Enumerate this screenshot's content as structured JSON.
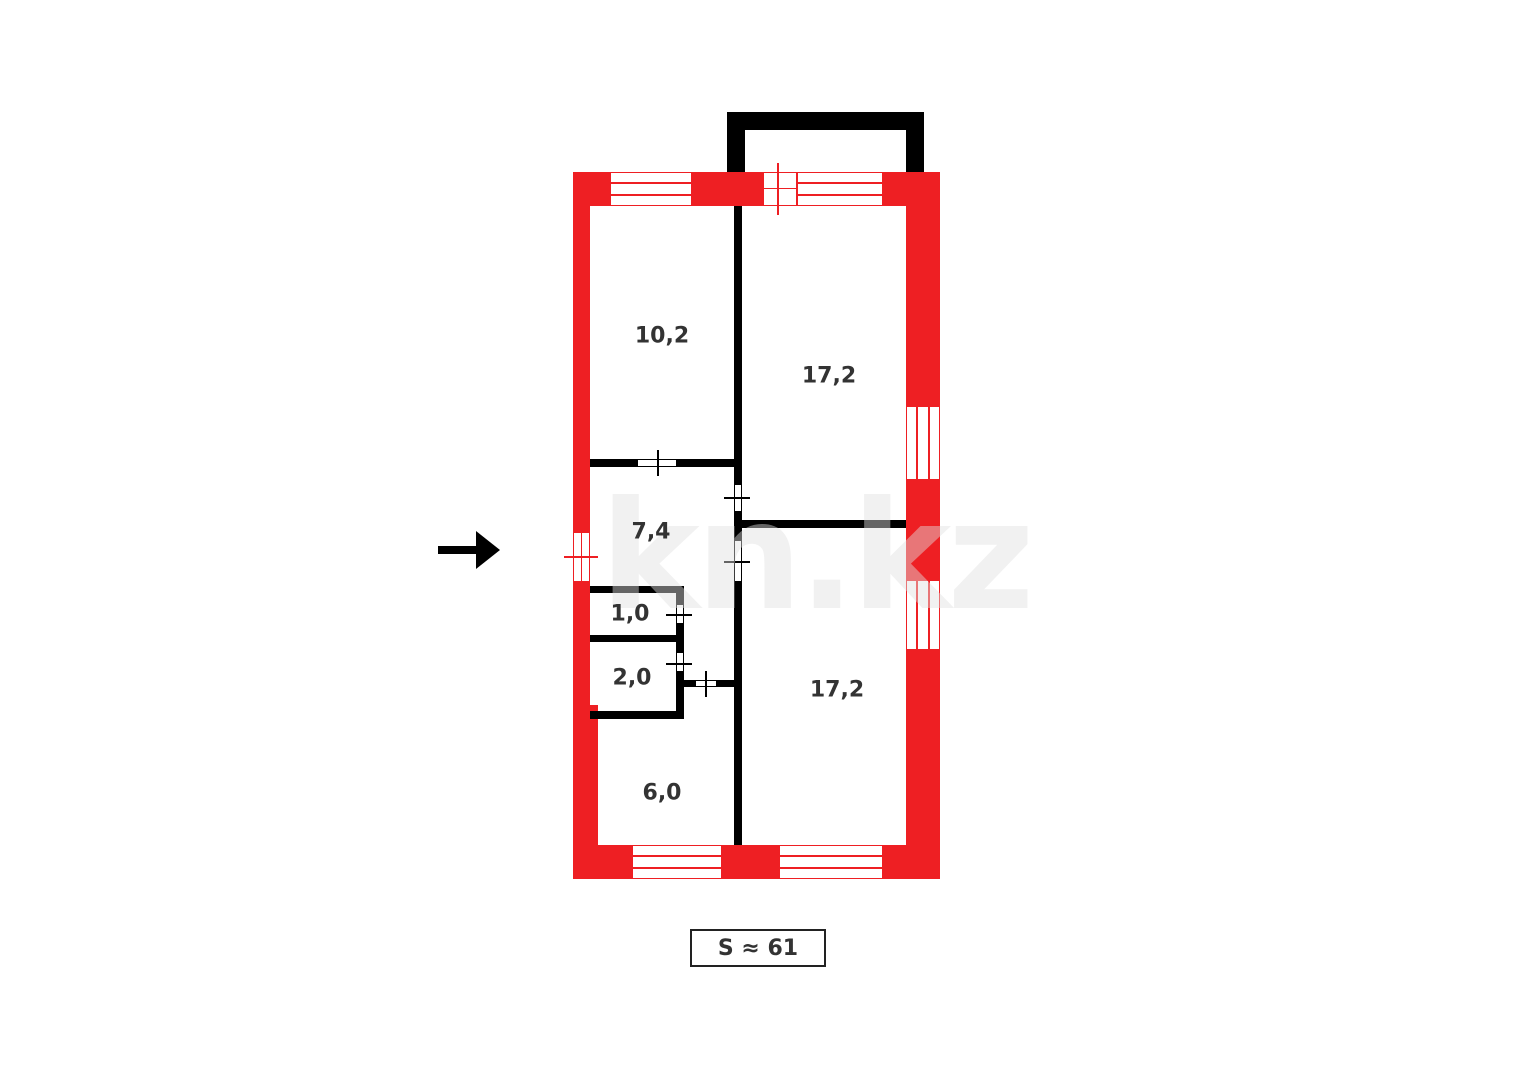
{
  "plan": {
    "rooms": [
      {
        "id": "room-top-left",
        "area": "10,2"
      },
      {
        "id": "room-top-right",
        "area": "17,2"
      },
      {
        "id": "hallway",
        "area": "7,4"
      },
      {
        "id": "toilet",
        "area": "1,0"
      },
      {
        "id": "bathroom",
        "area": "2,0"
      },
      {
        "id": "kitchen",
        "area": "6,0"
      },
      {
        "id": "room-bottom-right",
        "area": "17,2"
      }
    ],
    "total_area": "S ≈ 61",
    "watermark": "kn.kz",
    "entrance": "arrow-right",
    "colors": {
      "exterior_wall": "#ee1f23",
      "interior_wall": "#000000",
      "text": "#333333",
      "background": "#ffffff"
    }
  }
}
